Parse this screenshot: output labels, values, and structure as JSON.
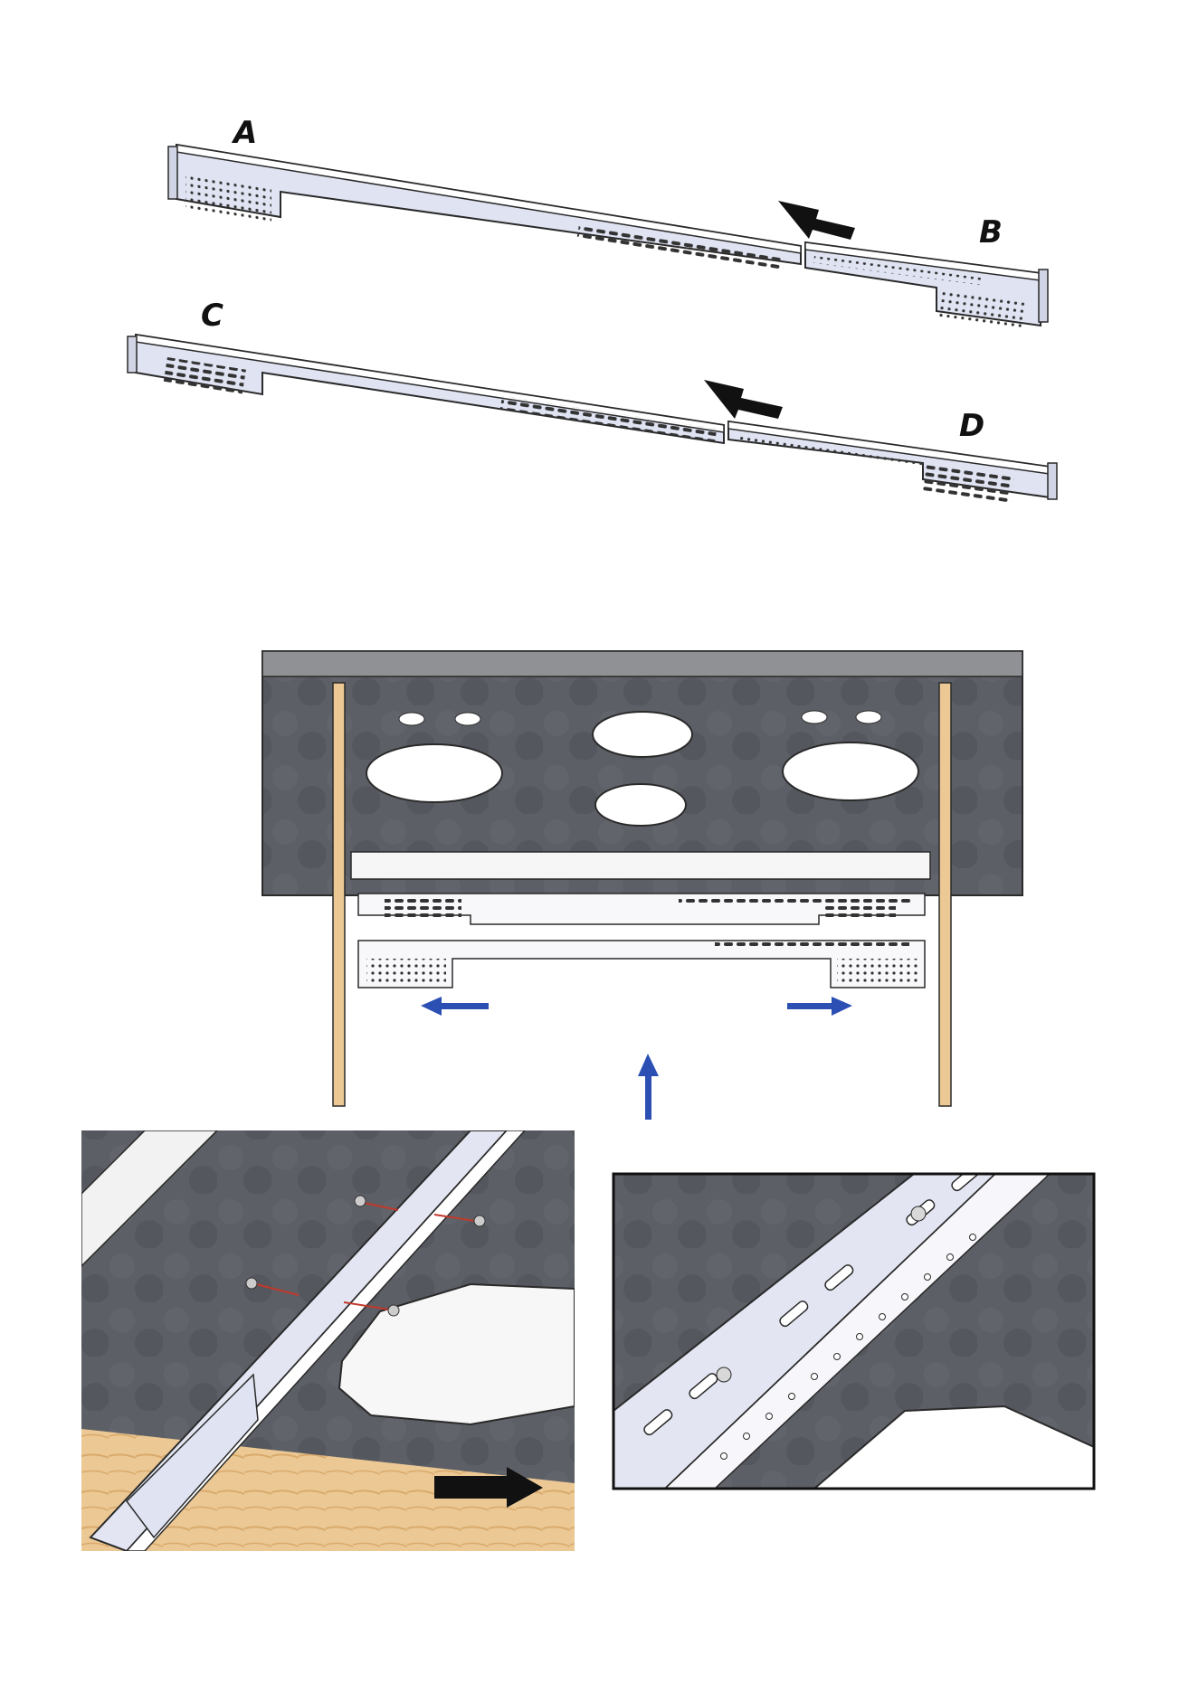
{
  "parts": {
    "a": "A",
    "b": "B",
    "c": "C",
    "d": "D"
  },
  "colors": {
    "rail_fill": "#dfe3f2",
    "rail_stroke": "#2a2a2a",
    "stone": "#5b5d63",
    "stone_edge": "#8a8c90",
    "wood": "#e8c28c",
    "arrow_black": "#111111",
    "arrow_blue": "#2b4fb3"
  },
  "icons": {
    "slide_left": "arrow-left-icon",
    "slide_right": "arrow-right-icon",
    "lift_up": "arrow-up-icon"
  }
}
